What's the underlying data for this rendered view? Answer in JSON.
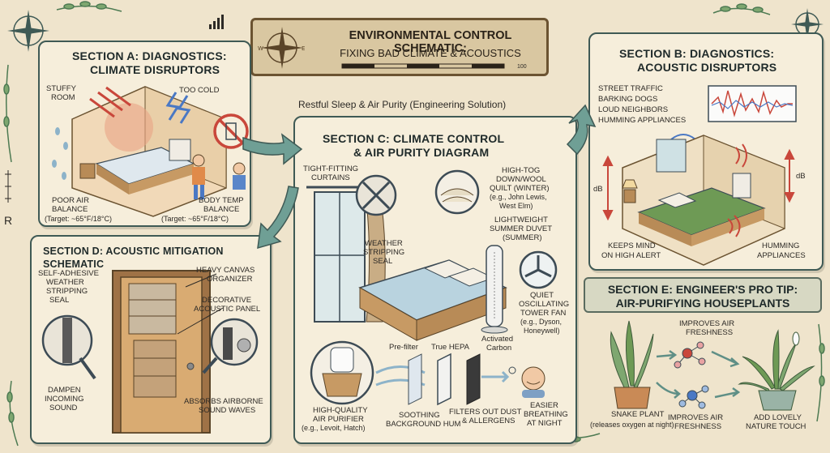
{
  "header": {
    "title": "ENVIRONMENTAL CONTROL SCHEMATIC:",
    "subtitle": "FIXING BAD CLIMATE & ACOUSTICS",
    "scale_end": "100"
  },
  "tagline": "Restful Sleep & Air Purity (Engineering Solution)",
  "section_a": {
    "title_1": "SECTION A: DIAGNOSTICS:",
    "title_2": "CLIMATE DISRUPTORS",
    "stuffy_1": "STUFFY",
    "stuffy_2": "ROOM",
    "too_cold": "TOO COLD",
    "poor_air_1": "POOR AIR",
    "poor_air_2": "BALANCE",
    "poor_air_target": "(Target: ~65°F/18°C)",
    "body_1": "BODY TEMP",
    "body_2": "BALANCE",
    "body_target": "(Target: ~65°F/18°C)"
  },
  "section_b": {
    "title_1": "SECTION B: DIAGNOSTICS:",
    "title_2": "ACOUSTIC DISRUPTORS",
    "noise_1": "STREET TRAFFIC",
    "noise_2": "BARKING DOGS",
    "noise_3": "LOUD NEIGHBORS",
    "noise_4": "HUMMING APPLIANCES",
    "db_left": "dB",
    "db_right": "dB",
    "alert_1": "KEEPS MIND",
    "alert_2": "ON HIGH ALERT",
    "humming_1": "HUMMING",
    "humming_2": "APPLIANCES"
  },
  "section_c": {
    "title_1": "SECTION C: CLIMATE CONTROL",
    "title_2": "& AIR PURITY DIAGRAM",
    "curtains_1": "TIGHT-FITTING",
    "curtains_2": "CURTAINS",
    "quilt_1": "HIGH-TOG",
    "quilt_2": "DOWN/WOOL",
    "quilt_3": "QUILT (WINTER)",
    "quilt_4": "(e.g., John Lewis,",
    "quilt_5": "West Elm)",
    "duvet_1": "LIGHTWEIGHT",
    "duvet_2": "SUMMER DUVET",
    "duvet_3": "(SUMMER)",
    "weather_1": "WEATHER",
    "weather_2": "STRIPPING",
    "weather_3": "SEAL",
    "fan_1": "QUIET",
    "fan_2": "OSCILLATING",
    "fan_3": "TOWER FAN",
    "fan_4": "(e.g., Dyson,",
    "fan_5": "Honeywell)",
    "prefilter": "Pre-filter",
    "hepa": "True HEPA",
    "carbon_1": "Activated",
    "carbon_2": "Carbon",
    "purifier_1": "HIGH-QUALITY",
    "purifier_2": "AIR PURIFIER",
    "purifier_3": "(e.g., Levoit, Hatch)",
    "soothing_1": "SOOTHING",
    "soothing_2": "BACKGROUND HUM",
    "filters_1": "FILTERS OUT DUST",
    "filters_2": "& ALLERGENS",
    "breathing_1": "EASIER",
    "breathing_2": "BREATHING",
    "breathing_3": "AT NIGHT"
  },
  "section_d": {
    "title": "SECTION D: ACOUSTIC MITIGATION SCHEMATIC",
    "seal_1": "SELF-ADHESIVE",
    "seal_2": "WEATHER",
    "seal_3": "STRIPPING",
    "seal_4": "SEAL",
    "organizer_1": "HEAVY CANVAS",
    "organizer_2": "ORGANIZER",
    "panel_1": "DECORATIVE",
    "panel_2": "ACOUSTIC PANEL",
    "dampen_1": "DAMPEN",
    "dampen_2": "INCOMING",
    "dampen_3": "SOUND",
    "absorbs_1": "ABSORBS AIRBORNE",
    "absorbs_2": "SOUND WAVES",
    "side_letter": "R"
  },
  "section_e": {
    "title_1": "SECTION E: ENGINEER'S PRO TIP:",
    "title_2": "AIR-PURIFYING HOUSEPLANTS",
    "improves_top_1": "IMPROVES AIR",
    "improves_top_2": "FRESHNESS",
    "snake_1": "SNAKE PLANT",
    "snake_2": "(releases oxygen at night)",
    "improves_bottom_1": "IMPROVES AIR",
    "improves_bottom_2": "FRESHNESS",
    "nature_1": "ADD LOVELY",
    "nature_2": "NATURE TOUCH"
  },
  "colors": {
    "panel_border": "#3f5a55",
    "arrow_teal": "#5f8f86",
    "warm_red": "#c9473b",
    "cold_blue": "#4a78c4",
    "bed_blue": "#b9d3df",
    "bed_green": "#6e9a55",
    "wood": "#c9a06a"
  }
}
